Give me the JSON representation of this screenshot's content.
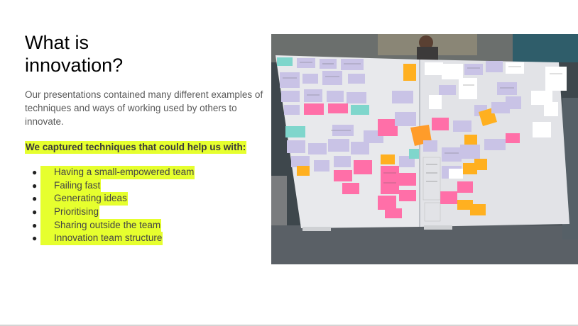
{
  "slide": {
    "title_line1": "What is",
    "title_line2": "innovation?",
    "intro": "Our presentations contained many different examples of techniques and ways of working used by others to innovate.",
    "lead": "We captured techniques that could help us with:",
    "bullets": [
      "Having a small-empowered team",
      "Failing fast",
      "Generating ideas",
      "Prioritising",
      "Sharing outside the team",
      "Innovation team structure"
    ],
    "bullet_symbol": "●",
    "highlight_color": "#e6ff2e"
  },
  "photo": {
    "subject": "sticky-notes-board",
    "note_colors": [
      "#c9c3e6",
      "#7fd6cc",
      "#ff6fa8",
      "#ffb020",
      "#ff9c2a"
    ]
  }
}
